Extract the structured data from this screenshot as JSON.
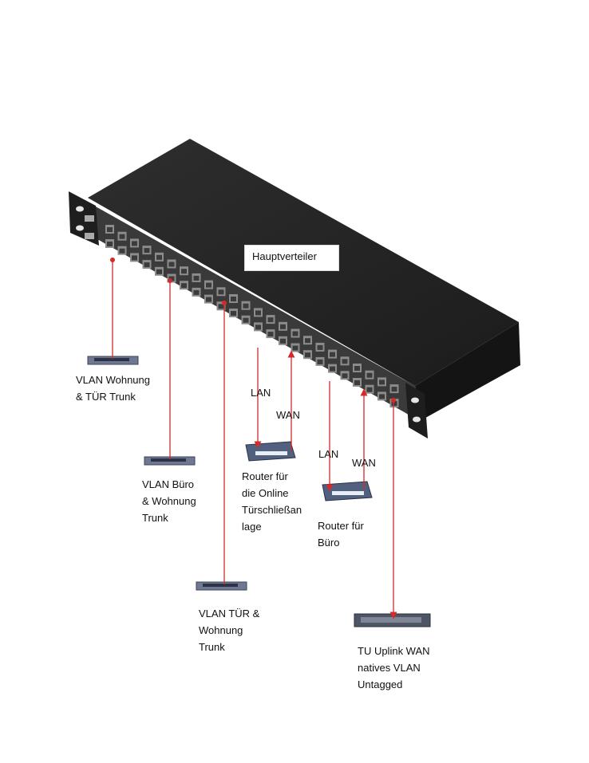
{
  "diagram": {
    "title": "Hauptverteiler",
    "colors": {
      "link": "#d42a2a",
      "panel_top": "#2b2b2b",
      "panel_front": "#3a3a3a",
      "panel_side": "#141414",
      "port_body": "#8c8c8c",
      "port_hole": "#3b3b3b",
      "switch_body": "#6f7892",
      "router_body": "#50607e"
    },
    "devices": [
      {
        "id": "sw1",
        "kind": "switch-icon",
        "label": "VLAN Wohnung\n& TÜR Trunk"
      },
      {
        "id": "sw2",
        "kind": "switch-icon",
        "label": "VLAN Büro\n& Wohnung\nTrunk"
      },
      {
        "id": "sw3",
        "kind": "switch-icon",
        "label": "VLAN TÜR &\nWohnung\nTrunk"
      },
      {
        "id": "r1",
        "kind": "router-icon",
        "label": "Router für\ndie Online\nTürschließan\nlage"
      },
      {
        "id": "r2",
        "kind": "router-icon",
        "label": "Router für\nBüro"
      },
      {
        "id": "wan",
        "kind": "modem-icon",
        "label": "TU Uplink WAN\nnatives VLAN\nUntagged"
      }
    ],
    "links": [
      {
        "from": "sw1",
        "label": ""
      },
      {
        "from": "sw2",
        "label": ""
      },
      {
        "from": "sw3",
        "label": ""
      },
      {
        "from": "r1",
        "label": "LAN"
      },
      {
        "from": "r1",
        "label": "WAN"
      },
      {
        "from": "r2",
        "label": "LAN"
      },
      {
        "from": "r2",
        "label": "WAN"
      },
      {
        "from": "wan",
        "label": ""
      }
    ]
  }
}
